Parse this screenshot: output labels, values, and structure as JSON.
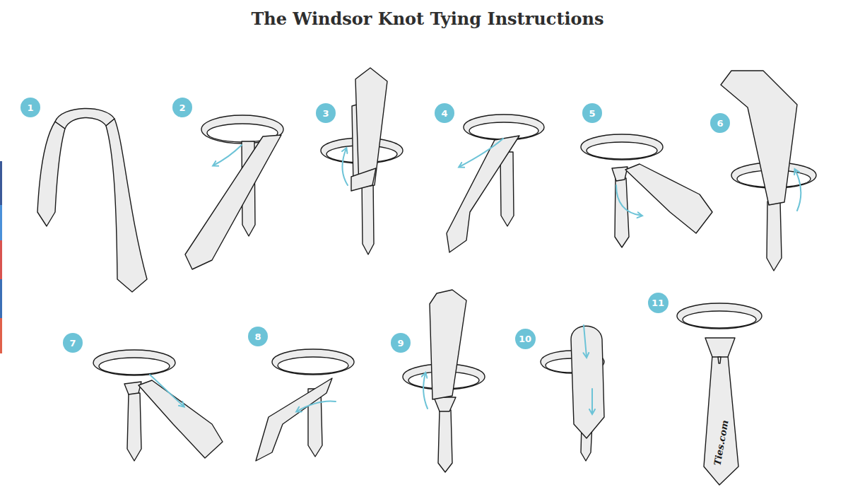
{
  "diagram": {
    "title": "The Windsor Knot Tying Instructions",
    "nodes": [
      {
        "text": [
          "1"
        ]
      },
      {
        "text": [
          "2"
        ]
      },
      {
        "text": [
          "3"
        ]
      },
      {
        "text": [
          "4"
        ]
      },
      {
        "text": [
          "5"
        ]
      },
      {
        "text": [
          "6"
        ]
      },
      {
        "text": [
          "7"
        ]
      },
      {
        "text": [
          "8"
        ]
      },
      {
        "text": [
          "9"
        ]
      },
      {
        "text": [
          "10"
        ]
      },
      {
        "text": [
          "11"
        ]
      }
    ],
    "labels": [
      "Ties.com"
    ]
  }
}
